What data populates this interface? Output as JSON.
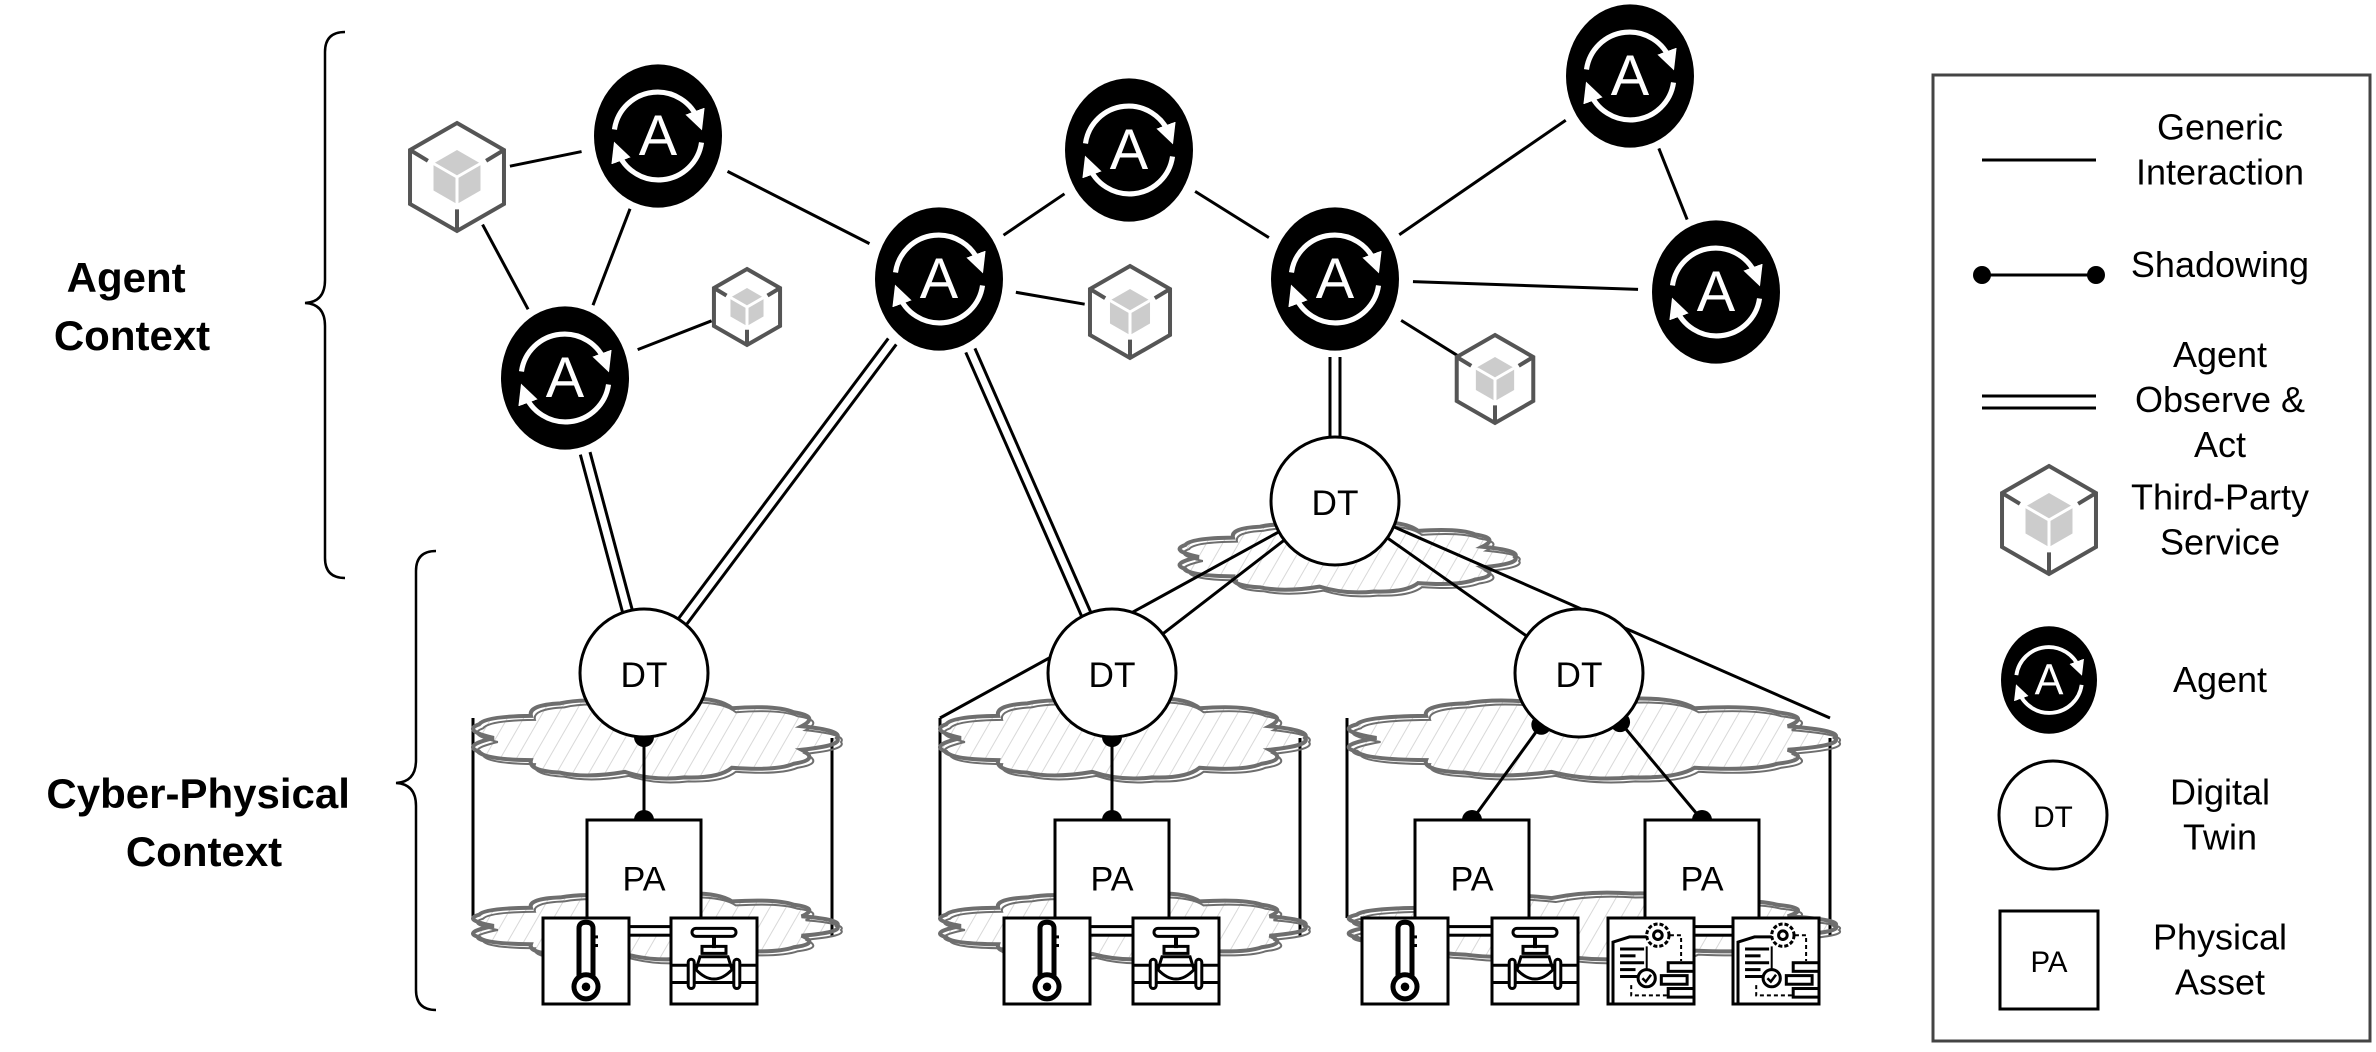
{
  "figure": {
    "contexts": {
      "agent": {
        "lines": [
          "Agent",
          "Context"
        ]
      },
      "cyber_physical": {
        "lines": [
          "Cyber-Physical",
          "Context"
        ]
      }
    },
    "node_labels": {
      "agent": "A",
      "digital_twin": "DT",
      "physical_asset": "PA"
    },
    "agents": [
      {
        "id": "A1"
      },
      {
        "id": "A2"
      },
      {
        "id": "A3"
      },
      {
        "id": "A4"
      },
      {
        "id": "A5"
      },
      {
        "id": "A6"
      },
      {
        "id": "A7"
      }
    ],
    "third_party_services": [
      {
        "id": "S1"
      },
      {
        "id": "S2"
      },
      {
        "id": "S3"
      },
      {
        "id": "S4"
      }
    ],
    "digital_twins": [
      {
        "id": "DT_top"
      },
      {
        "id": "DT1"
      },
      {
        "id": "DT2"
      },
      {
        "id": "DT3"
      }
    ],
    "physical_assets": [
      {
        "id": "PA1",
        "devices": [
          "thermometer-icon",
          "valve-icon"
        ]
      },
      {
        "id": "PA2",
        "devices": [
          "thermometer-icon",
          "valve-icon"
        ]
      },
      {
        "id": "PA3",
        "devices": [
          "thermometer-icon",
          "valve-icon"
        ]
      },
      {
        "id": "PA4",
        "devices": [
          "process-document-icon",
          "process-document-icon"
        ]
      }
    ],
    "edges": {
      "generic_interaction": [
        [
          "S1",
          "A1"
        ],
        [
          "S1",
          "A2"
        ],
        [
          "A1",
          "A2"
        ],
        [
          "A1",
          "A3"
        ],
        [
          "A2",
          "S2"
        ],
        [
          "A3",
          "A4"
        ],
        [
          "A3",
          "S3"
        ],
        [
          "A4",
          "A5"
        ],
        [
          "A5",
          "A6"
        ],
        [
          "A5",
          "A7"
        ],
        [
          "A6",
          "A7"
        ],
        [
          "A5",
          "S4"
        ],
        [
          "DT_top",
          "DT2"
        ],
        [
          "DT_top",
          "DT3"
        ]
      ],
      "agent_observe_act": [
        [
          "A2",
          "DT1"
        ],
        [
          "A3",
          "DT1"
        ],
        [
          "A3",
          "DT2"
        ],
        [
          "A5",
          "DT_top"
        ]
      ],
      "shadowing": [
        [
          "DT1",
          "PA1"
        ],
        [
          "DT2",
          "PA2"
        ],
        [
          "DT3",
          "PA3"
        ],
        [
          "DT3",
          "PA4"
        ]
      ]
    }
  },
  "legend": {
    "items": [
      {
        "symbol": "generic-interaction-line",
        "lines": [
          "Generic",
          "Interaction"
        ]
      },
      {
        "symbol": "shadowing-line",
        "lines": [
          "Shadowing"
        ]
      },
      {
        "symbol": "agent-observe-act-line",
        "lines": [
          "Agent",
          "Observe &",
          "Act"
        ]
      },
      {
        "symbol": "third-party-service-icon",
        "lines": [
          "Third-Party",
          "Service"
        ]
      },
      {
        "symbol": "agent-icon",
        "lines": [
          "Agent"
        ]
      },
      {
        "symbol": "digital-twin-icon",
        "lines": [
          "Digital",
          "Twin"
        ]
      },
      {
        "symbol": "physical-asset-icon",
        "lines": [
          "Physical",
          "Asset"
        ]
      }
    ]
  },
  "colors": {
    "agent_fill": "#000000",
    "service_stroke": "#555555",
    "service_inner": "#cccccc",
    "cloud_stroke": "#6e6e6e",
    "cloud_hatch": "#d8d8d8"
  }
}
